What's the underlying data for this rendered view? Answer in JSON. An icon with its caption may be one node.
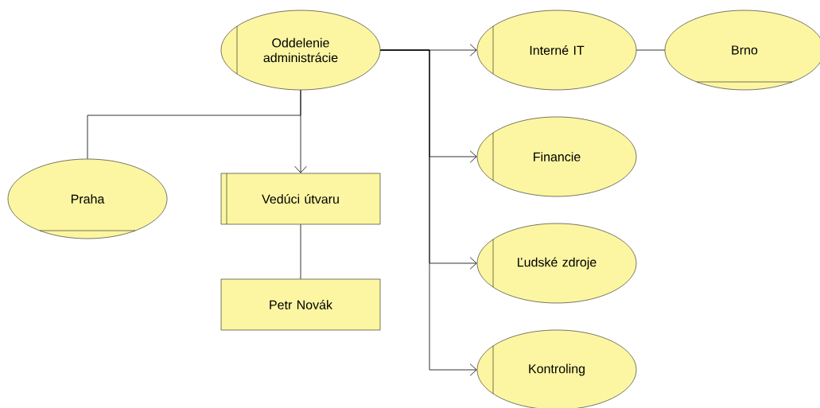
{
  "diagram": {
    "nodes": [
      {
        "text": [
          "Oddelenie administrácie"
        ]
      },
      {
        "text": [
          "Interné IT"
        ]
      },
      {
        "text": [
          "Brno"
        ]
      },
      {
        "text": [
          "Praha"
        ]
      },
      {
        "text": [
          "Vedúci útvaru"
        ]
      },
      {
        "text": [
          "Financie"
        ]
      },
      {
        "text": [
          "Ľudské zdroje"
        ]
      },
      {
        "text": [
          "Kontroling"
        ]
      },
      {
        "text": [
          "Petr Novák"
        ]
      }
    ],
    "edges": [
      {
        "from": 0,
        "to": 1,
        "arrow": "to"
      },
      {
        "from": 1,
        "to": 2,
        "arrow": "none"
      },
      {
        "from": 0,
        "to": 3,
        "arrow": "none"
      },
      {
        "from": 0,
        "to": 4,
        "arrow": "to"
      },
      {
        "from": 0,
        "to": 5,
        "arrow": "to"
      },
      {
        "from": 0,
        "to": 6,
        "arrow": "to"
      },
      {
        "from": 0,
        "to": 7,
        "arrow": "to"
      },
      {
        "from": 4,
        "to": 8,
        "arrow": "none"
      }
    ]
  }
}
